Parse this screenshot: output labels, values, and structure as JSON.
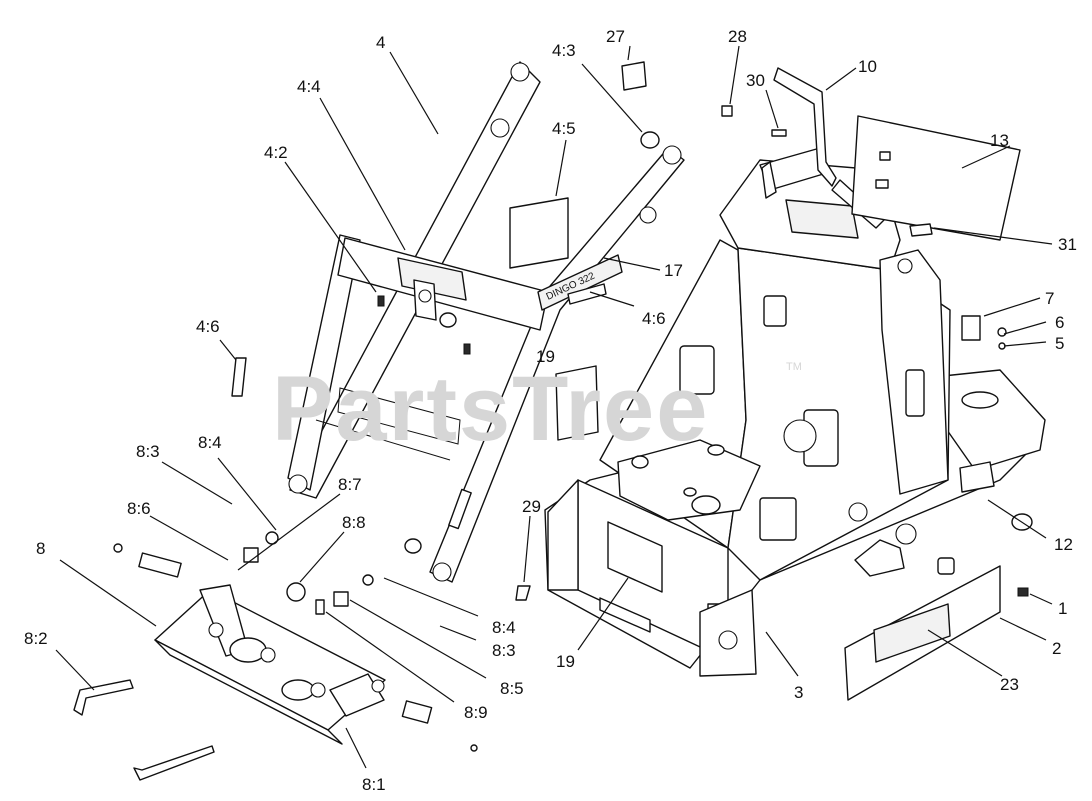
{
  "watermark": {
    "text": "PartsTree",
    "trademark": "TM"
  },
  "decal_text": "DINGO 322",
  "callouts": [
    {
      "id": "c-4",
      "label": "4"
    },
    {
      "id": "c-4-4",
      "label": "4:4"
    },
    {
      "id": "c-4-2",
      "label": "4:2"
    },
    {
      "id": "c-4-6a",
      "label": "4:6"
    },
    {
      "id": "c-4-5",
      "label": "4:5"
    },
    {
      "id": "c-4-3",
      "label": "4:3"
    },
    {
      "id": "c-17",
      "label": "17"
    },
    {
      "id": "c-4-6b",
      "label": "4:6"
    },
    {
      "id": "c-27",
      "label": "27"
    },
    {
      "id": "c-28",
      "label": "28"
    },
    {
      "id": "c-30",
      "label": "30"
    },
    {
      "id": "c-10",
      "label": "10"
    },
    {
      "id": "c-13",
      "label": "13"
    },
    {
      "id": "c-31",
      "label": "31"
    },
    {
      "id": "c-7",
      "label": "7"
    },
    {
      "id": "c-6",
      "label": "6"
    },
    {
      "id": "c-5",
      "label": "5"
    },
    {
      "id": "c-19a",
      "label": "19"
    },
    {
      "id": "c-8-3a",
      "label": "8:3"
    },
    {
      "id": "c-8-4a",
      "label": "8:4"
    },
    {
      "id": "c-8-7",
      "label": "8:7"
    },
    {
      "id": "c-8-6",
      "label": "8:6"
    },
    {
      "id": "c-8-8",
      "label": "8:8"
    },
    {
      "id": "c-8",
      "label": "8"
    },
    {
      "id": "c-8-2",
      "label": "8:2"
    },
    {
      "id": "c-8-4b",
      "label": "8:4"
    },
    {
      "id": "c-8-3b",
      "label": "8:3"
    },
    {
      "id": "c-8-5",
      "label": "8:5"
    },
    {
      "id": "c-8-9",
      "label": "8:9"
    },
    {
      "id": "c-8-1",
      "label": "8:1"
    },
    {
      "id": "c-29",
      "label": "29"
    },
    {
      "id": "c-19b",
      "label": "19"
    },
    {
      "id": "c-3",
      "label": "3"
    },
    {
      "id": "c-12",
      "label": "12"
    },
    {
      "id": "c-1",
      "label": "1"
    },
    {
      "id": "c-2",
      "label": "2"
    },
    {
      "id": "c-23",
      "label": "23"
    }
  ]
}
